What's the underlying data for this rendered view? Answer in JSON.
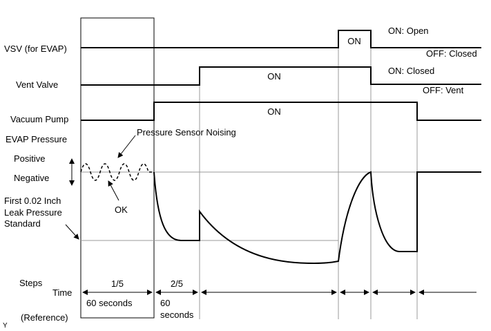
{
  "signals": {
    "vsv_label": "VSV (for EVAP)",
    "vent_label": "Vent Valve",
    "pump_label": "Vacuum Pump",
    "evap_label": "EVAP Pressure"
  },
  "states": {
    "vsv_on": "ON",
    "vsv_on_desc": "ON: Open",
    "vsv_off_desc": "OFF: Closed",
    "vent_on": "ON",
    "vent_on_desc": "ON: Closed",
    "vent_off_desc": "OFF: Vent",
    "pump_on": "ON"
  },
  "pressure": {
    "noise_note": "Pressure Sensor Noising",
    "positive": "Positive",
    "negative": "Negative",
    "ok": "OK",
    "leak_std_line1": "First 0.02 Inch",
    "leak_std_line2": "Leak Pressure",
    "leak_std_line3": "Standard"
  },
  "timeline": {
    "steps_label": "Steps",
    "time_label": "Time",
    "reference_label": "(Reference)",
    "step1": "1/5",
    "step2": "2/5",
    "step1_time": "60 seconds",
    "step2_time_line1": "60",
    "step2_time_line2": "seconds"
  },
  "corner_mark": "Y"
}
